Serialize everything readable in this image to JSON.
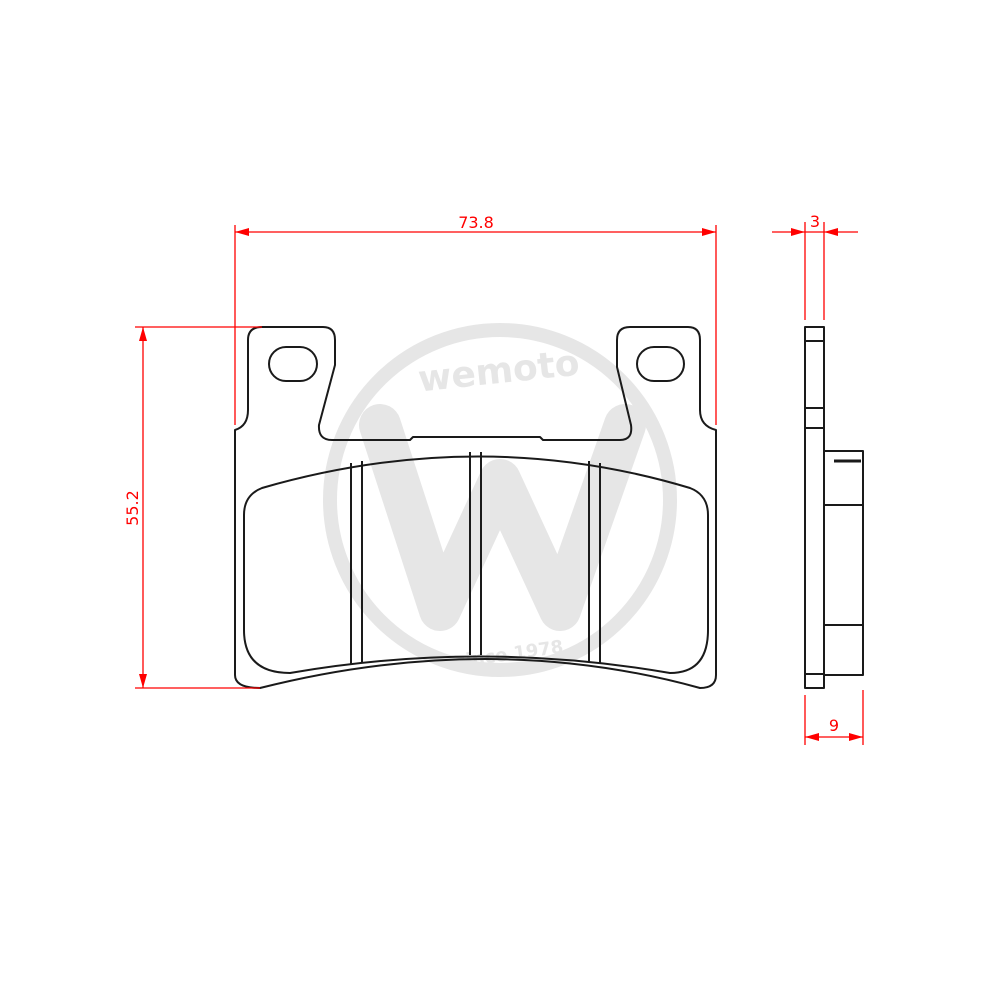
{
  "watermark": {
    "brand": "wemoto",
    "tagline": "since 1978",
    "letter": "W"
  },
  "dimensions": {
    "width": "73.8",
    "height": "55.2",
    "backing_thickness": "3",
    "total_thickness": "9"
  },
  "colors": {
    "dimension": "#ff0000",
    "outline": "#1a1a1a",
    "watermark": "#e6e6e6"
  }
}
